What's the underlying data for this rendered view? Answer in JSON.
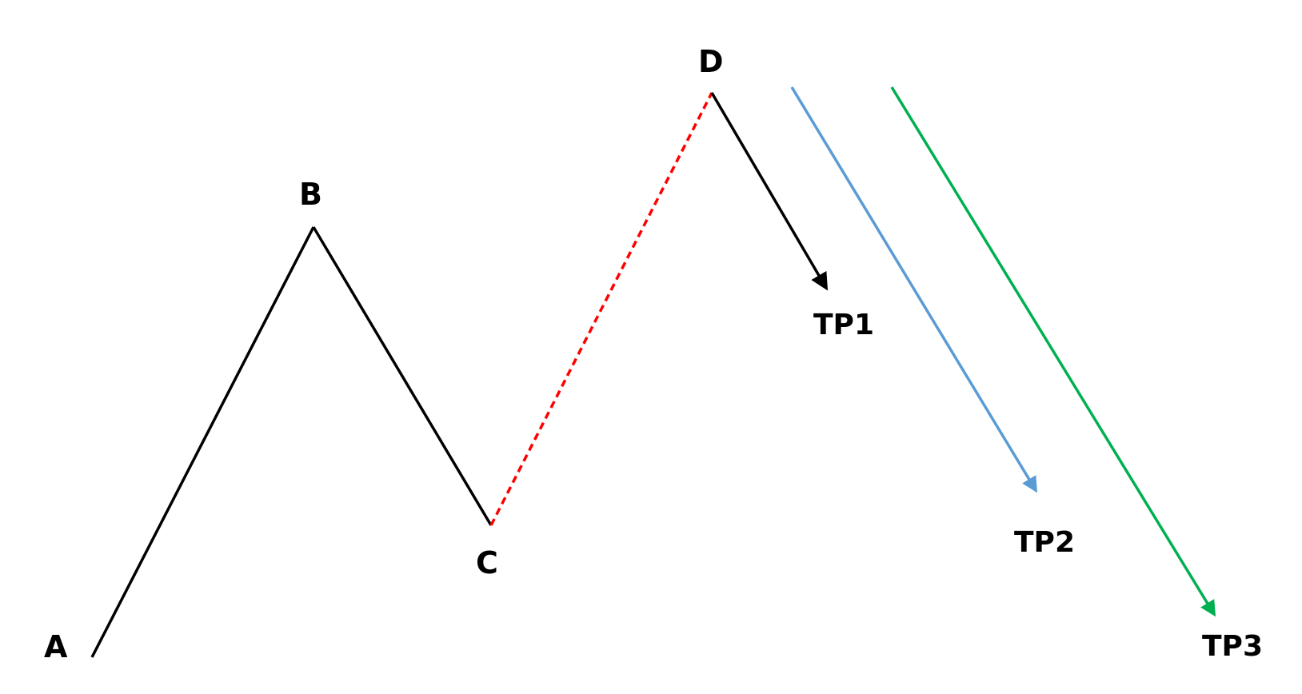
{
  "points": {
    "a": "A",
    "b": "B",
    "c": "C",
    "d": "D"
  },
  "targets": {
    "tp1": "TP1",
    "tp2": "TP2",
    "tp3": "TP3"
  },
  "colors": {
    "leg": "#000000",
    "projected_leg": "#ff0000",
    "tp1": "#000000",
    "tp2": "#5b9bd5",
    "tp3": "#00b050",
    "background": "#ffffff"
  }
}
